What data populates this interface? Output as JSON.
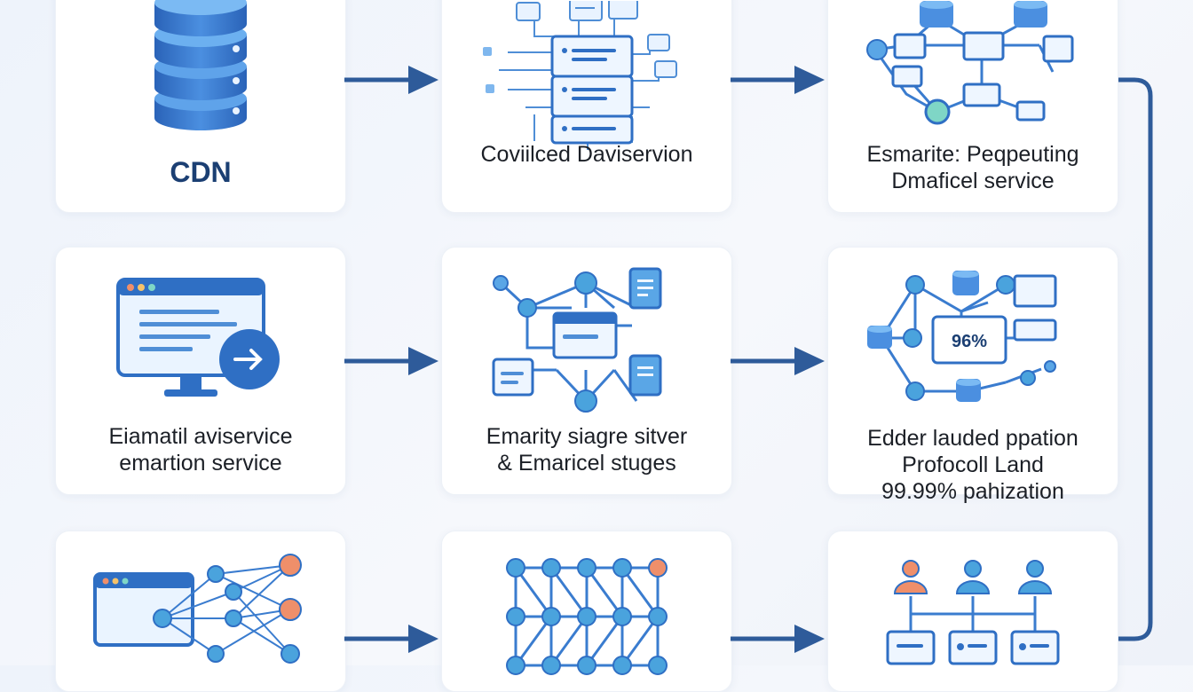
{
  "cards": {
    "r1c1": {
      "lines": [
        "CDN"
      ]
    },
    "r1c2": {
      "lines": [
        "Coviilced Daviservion"
      ]
    },
    "r1c3": {
      "lines": [
        "Esmarite: Peqpeuting",
        "Dmaficel service"
      ]
    },
    "r2c1": {
      "lines": [
        "Eiamatil aviservice",
        "emartion service"
      ]
    },
    "r2c2": {
      "lines": [
        "Emarity siagre sitver",
        "& Emaricel stuges"
      ]
    },
    "r2c3": {
      "lines": [
        "Edder lauded ppation",
        "Profocoll Land",
        "99.99% pahization"
      ]
    },
    "r3c1": {
      "lines": []
    },
    "r3c2": {
      "lines": []
    },
    "r3c3": {
      "lines": []
    }
  },
  "badges": {
    "percent": "96%"
  },
  "colors": {
    "primary": "#2f6fc4",
    "light": "#5aa6e6",
    "node": "#4aa3dd",
    "accent": "#ef8f6a",
    "arrow": "#2e5b9a"
  },
  "icons": {
    "r1c1": "database-icon",
    "r1c2": "server-network-icon",
    "r1c3": "database-network-icon",
    "r2c1": "monitor-arrow-icon",
    "r2c2": "network-graph-icon",
    "r2c3": "analytics-network-icon",
    "r3c1": "browser-network-icon",
    "r3c2": "mesh-network-icon",
    "r3c3": "users-servers-icon"
  }
}
